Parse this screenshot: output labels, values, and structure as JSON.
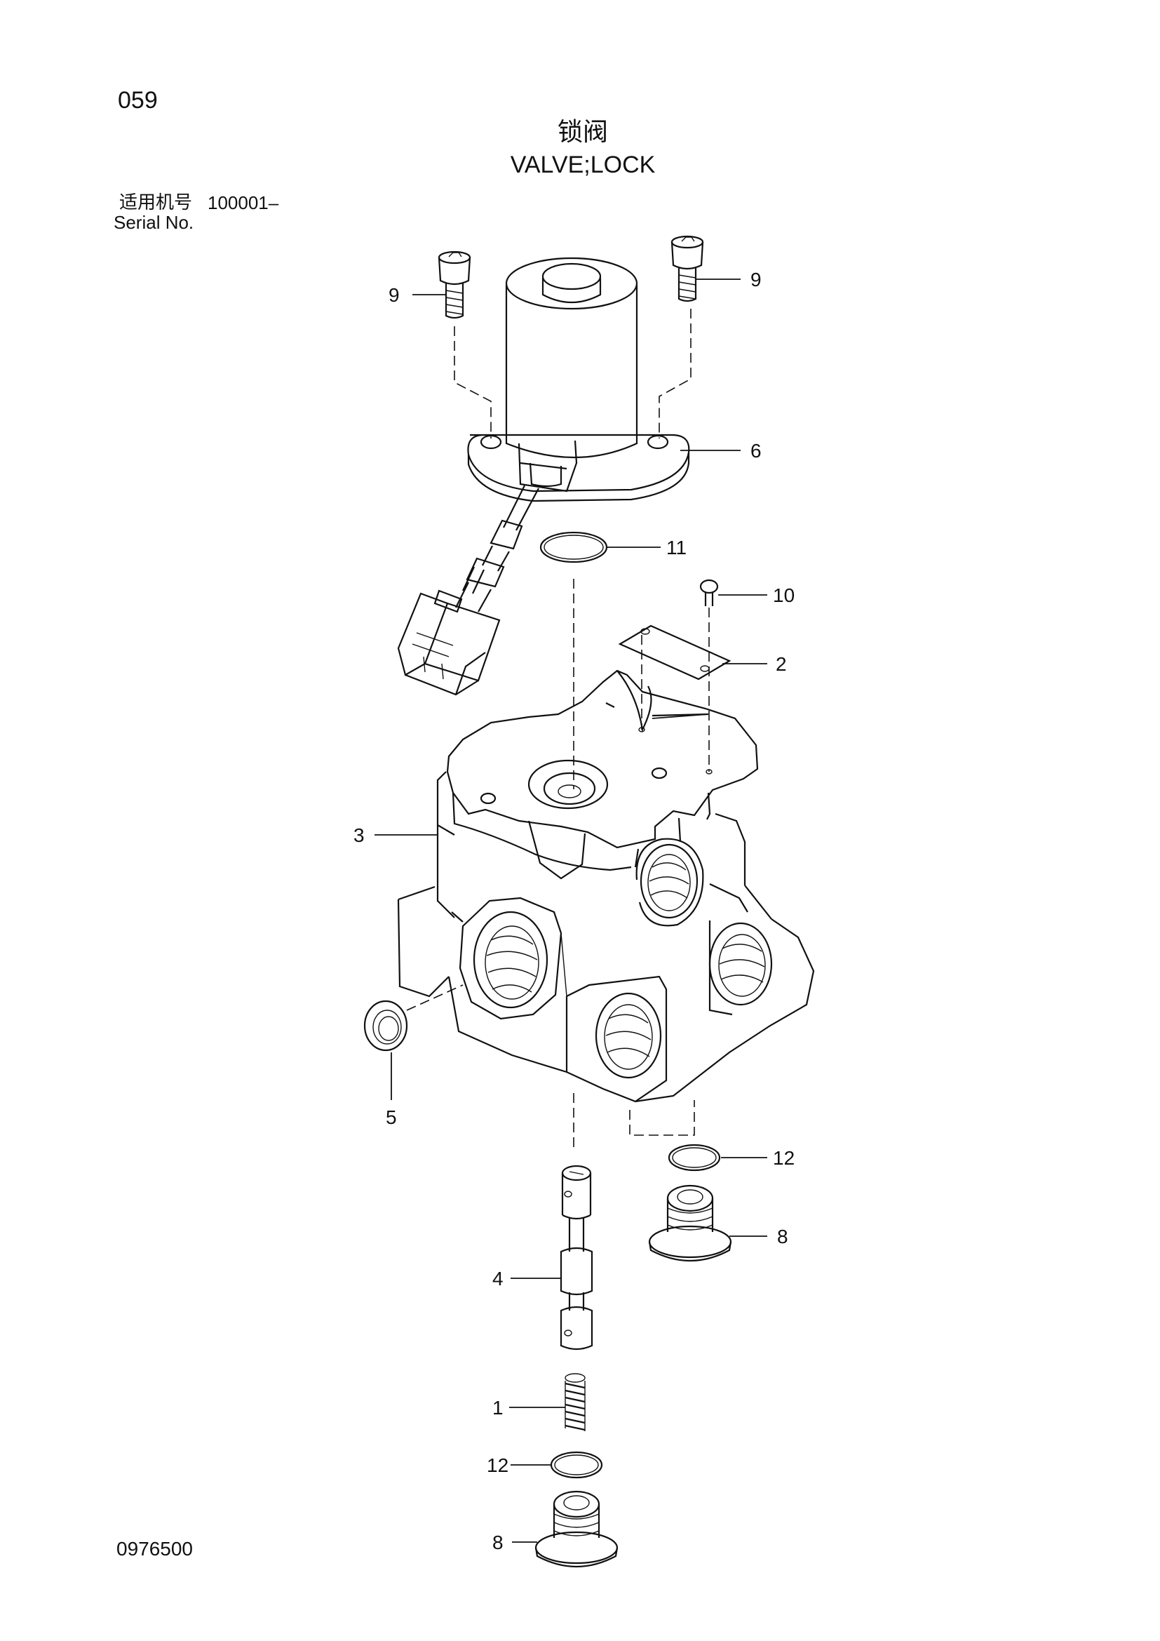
{
  "page_number": "059",
  "title_cn": "锁阀",
  "title_en": "VALVE;LOCK",
  "serial": {
    "label_cn": "适用机号",
    "value": "100001–",
    "label_en": "Serial No."
  },
  "drawing_number": "0976500",
  "callouts": {
    "c9a": "9",
    "c9b": "9",
    "c6": "6",
    "c11": "11",
    "c10": "10",
    "c2": "2",
    "c3": "3",
    "c5": "5",
    "c12a": "12",
    "c8a": "8",
    "c4": "4",
    "c1": "1",
    "c12b": "12",
    "c8b": "8"
  }
}
